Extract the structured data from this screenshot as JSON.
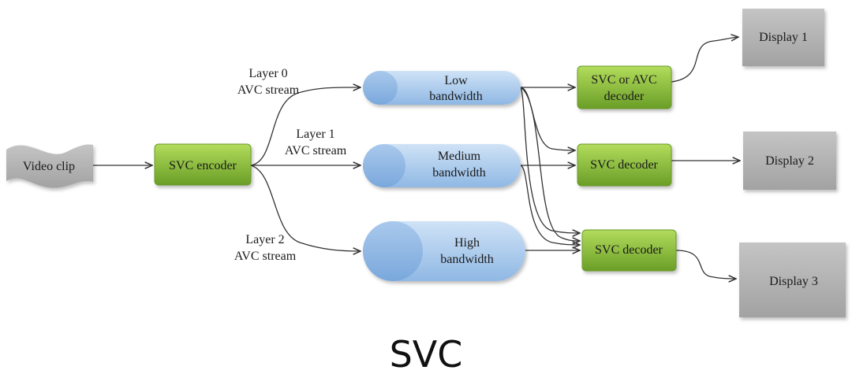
{
  "title": "SVC",
  "source": {
    "label": "Video clip"
  },
  "encoder": {
    "label": "SVC encoder"
  },
  "layers": [
    {
      "line1": "Layer 0",
      "line2": "AVC stream"
    },
    {
      "line1": "Layer 1",
      "line2": "AVC stream"
    },
    {
      "line1": "Layer 2",
      "line2": "AVC stream"
    }
  ],
  "bandwidths": [
    {
      "line1": "Low",
      "line2": "bandwidth"
    },
    {
      "line1": "Medium",
      "line2": "bandwidth"
    },
    {
      "line1": "High",
      "line2": "bandwidth"
    }
  ],
  "decoders": [
    {
      "line1": "SVC or AVC",
      "line2": "decoder"
    },
    {
      "line1": "SVC decoder",
      "line2": ""
    },
    {
      "line1": "SVC decoder",
      "line2": ""
    }
  ],
  "displays": [
    {
      "label": "Display 1"
    },
    {
      "label": "Display 2"
    },
    {
      "label": "Display 3"
    }
  ],
  "colors": {
    "green_top": "#a4d24f",
    "green_bottom": "#6ea32a",
    "blue_top": "#c2daf2",
    "blue_bottom": "#93bbe6",
    "gray": "#b3b3b3",
    "edge": "#333333"
  }
}
